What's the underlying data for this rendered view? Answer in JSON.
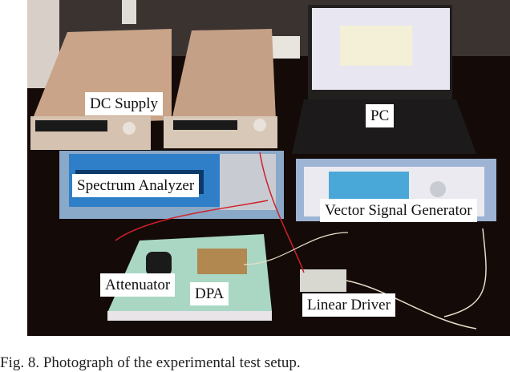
{
  "figure": {
    "caption": "Fig. 8.    Photograph of the experimental test setup.",
    "labels": {
      "dc_supply": "DC Supply",
      "pc": "PC",
      "spectrum_analyzer": "Spectrum Analyzer",
      "vector_signal_generator": "Vector Signal Generator",
      "attenuator": "Attenuator",
      "dpa": "DPA",
      "linear_driver": "Linear Driver"
    },
    "colors": {
      "background_dark": "#140b08",
      "instrument_beige": "#c9a488",
      "board_green": "#a9d7c4",
      "label_bg": "#ffffff",
      "cable_red": "#d0202a",
      "cable_white": "#e8dcc8",
      "screen_blue": "#2e7fc8"
    }
  }
}
